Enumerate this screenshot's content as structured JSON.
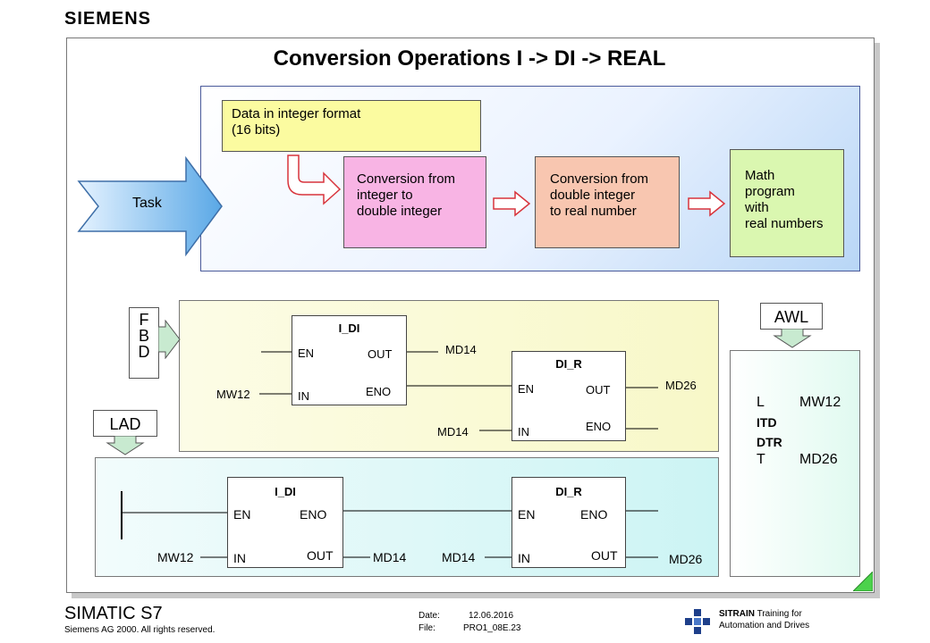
{
  "brand": "SIEMENS",
  "title": "Conversion Operations I -> DI -> REAL",
  "task": {
    "label": "Task",
    "data_box": [
      "Data in integer format",
      "(16 bits)"
    ],
    "step1": [
      "Conversion from",
      "integer to",
      "double integer"
    ],
    "step2": [
      "Conversion from",
      "double integer",
      "to real number"
    ],
    "step3": [
      "Math",
      "program",
      "with",
      "real numbers"
    ]
  },
  "fbd": {
    "tag": [
      "F",
      "B",
      "D"
    ],
    "block1": {
      "name": "I_DI",
      "en": "EN",
      "out": "OUT",
      "in": "IN",
      "eno": "ENO",
      "input": "MW12",
      "output": "MD14"
    },
    "block2": {
      "name": "DI_R",
      "en": "EN",
      "out": "OUT",
      "in": "IN",
      "eno": "ENO",
      "input": "MD14",
      "output": "MD26"
    }
  },
  "lad": {
    "tag": "LAD",
    "block1": {
      "name": "I_DI",
      "en": "EN",
      "eno": "ENO",
      "in": "IN",
      "out": "OUT",
      "input": "MW12",
      "output": "MD14"
    },
    "block2": {
      "name": "DI_R",
      "en": "EN",
      "eno": "ENO",
      "in": "IN",
      "out": "OUT",
      "input": "MD14",
      "output": "MD26"
    }
  },
  "awl": {
    "tag": "AWL",
    "lines": [
      {
        "op": "L",
        "arg": "MW12",
        "bold": false
      },
      {
        "op": "ITD",
        "arg": "",
        "bold": true
      },
      {
        "op": "DTR",
        "arg": "",
        "bold": true
      },
      {
        "op": "T",
        "arg": "MD26",
        "bold": false
      }
    ]
  },
  "footer": {
    "product": "SIMATIC S7",
    "copyright": "Siemens AG 2000. All rights reserved.",
    "date_label": "Date:",
    "date_value": "12.06.2016",
    "file_label": "File:",
    "file_value": "PRO1_08E.23",
    "sitrain_name": "SITRAIN",
    "sitrain_line1": "Training for",
    "sitrain_line2": "Automation and Drives"
  },
  "colors": {
    "data_box": "#fbfba0",
    "step1": "#f8b4e4",
    "step2": "#f8c6b0",
    "step3": "#daf7b0",
    "arrow_outline": "#d8343c",
    "task_arrow": "#5aa8e6",
    "corner": "#4cd24c"
  }
}
